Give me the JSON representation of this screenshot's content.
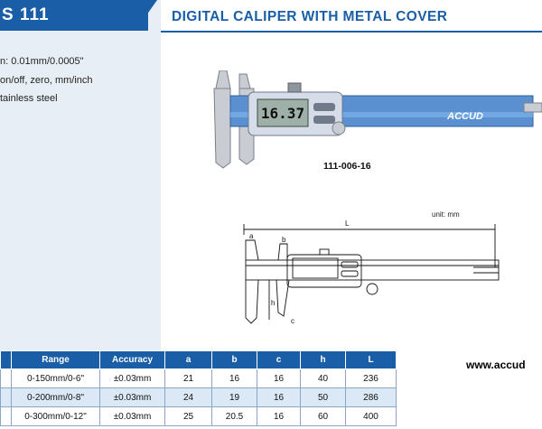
{
  "header": {
    "series": "S 111",
    "title": "DIGITAL CALIPER WITH METAL COVER"
  },
  "specs": [
    "n: 0.01mm/0.0005\"",
    "on/off, zero, mm/inch",
    "tainless steel"
  ],
  "product": {
    "model_code": "111-006-16",
    "display_reading": "16.37",
    "brand": "ACCUD"
  },
  "drawing": {
    "unit_note": "unit: mm",
    "labels": {
      "L": "L",
      "a": "a",
      "b": "b",
      "h": "h",
      "c": "c"
    }
  },
  "website": "www.accud",
  "table": {
    "headers": [
      "Range",
      "Accuracy",
      "a",
      "b",
      "c",
      "h",
      "L"
    ],
    "rows": [
      [
        "0-150mm/0-6\"",
        "±0.03mm",
        "21",
        "16",
        "16",
        "40",
        "236"
      ],
      [
        "0-200mm/0-8\"",
        "±0.03mm",
        "24",
        "19",
        "16",
        "50",
        "286"
      ],
      [
        "0-300mm/0-12\"",
        "±0.03mm",
        "25",
        "20.5",
        "16",
        "60",
        "400"
      ]
    ]
  },
  "colors": {
    "brand_blue": "#1a5ea8",
    "panel_bg": "#e8eef5",
    "row_alt": "#dbe8f6"
  }
}
